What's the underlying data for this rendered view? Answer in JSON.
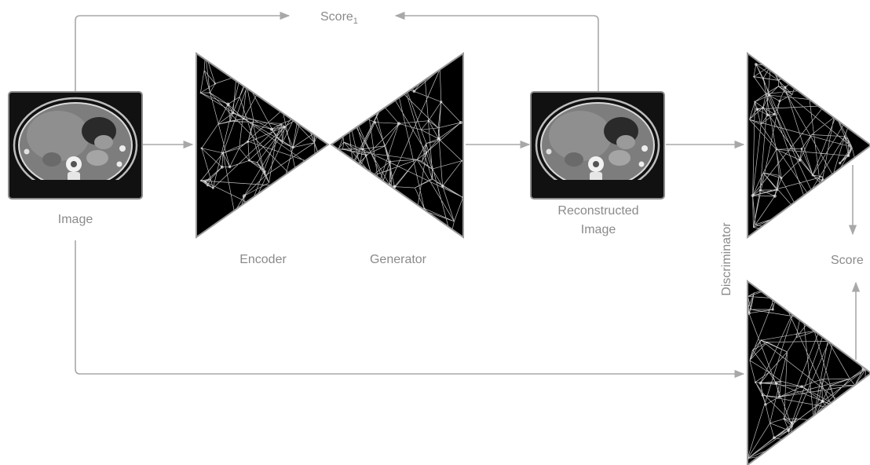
{
  "labels": {
    "image": "Image",
    "encoder": "Encoder",
    "generator": "Generator",
    "reconstructed_line1": "Reconstructed",
    "reconstructed_line2": "Image",
    "discriminator": "Discriminator",
    "score_top_text": "Score",
    "score_top_subscript": "1",
    "score_right": "Score"
  },
  "icons": {
    "input_image": "ct-scan-image-icon",
    "reconstructed_image": "ct-scan-image-icon",
    "encoder": "neural-network-triangle-icon",
    "generator": "neural-network-triangle-icon",
    "discriminator_top": "neural-network-triangle-icon",
    "discriminator_bottom": "neural-network-triangle-icon"
  },
  "colors": {
    "arrow": "#a8a8a8",
    "label": "#8a8a8a",
    "network_fill": "#000000",
    "network_mesh": "#ffffff"
  }
}
